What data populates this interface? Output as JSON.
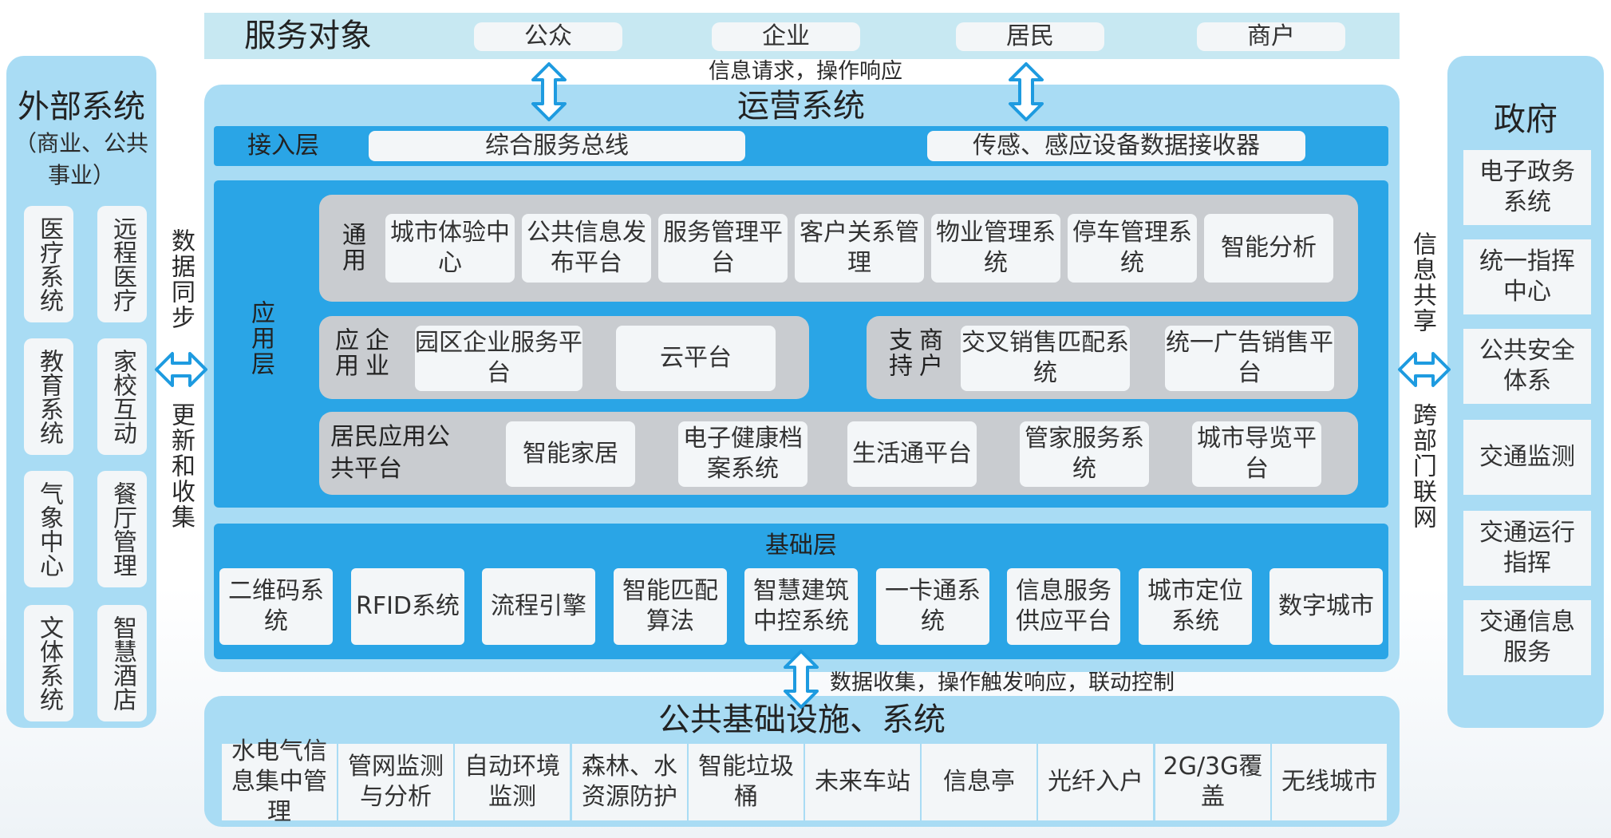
{
  "service": {
    "title": "服务对象",
    "items": [
      "公众",
      "企业",
      "居民",
      "商户"
    ]
  },
  "top_arrow_label": "信息请求，操作响应",
  "ops_title": "运营系统",
  "access": {
    "label": "接入层",
    "items": [
      "综合服务总线",
      "传感、感应设备数据接收器"
    ]
  },
  "app": {
    "label": "应用层",
    "general": {
      "label": "通用",
      "items": [
        "城市体验中心",
        "公共信息发布平台",
        "服务管理平台",
        "客户关系管理",
        "物业管理系统",
        "停车管理系统",
        "智能分析"
      ]
    },
    "enterprise": {
      "label": "企业应用",
      "items": [
        "园区企业服务平台",
        "云平台"
      ]
    },
    "merchant": {
      "label": "商户支持",
      "items": [
        "交叉销售匹配系统",
        "统一广告销售平台"
      ]
    },
    "resident": {
      "label": "居民应用公共平台",
      "items": [
        "智能家居",
        "电子健康档案系统",
        "生活通平台",
        "管家服务系统",
        "城市导览平台"
      ]
    }
  },
  "base": {
    "title": "基础层",
    "items": [
      "二维码系统",
      "RFID系统",
      "流程引擎",
      "智能匹配算法",
      "智慧建筑中控系统",
      "一卡通系统",
      "信息服务供应平台",
      "城市定位系统",
      "数字城市"
    ]
  },
  "bottom_arrow_label": "数据收集，操作触发响应，联动控制",
  "infra": {
    "title": "公共基础设施、系统",
    "items": [
      "水电气信息集中管理",
      "管网监测与分析",
      "自动环境监测",
      "森林、水资源防护",
      "智能垃圾桶",
      "未来车站",
      "信息亭",
      "光纤入户",
      "2G/3G覆盖",
      "无线城市"
    ]
  },
  "external": {
    "title": "外部系统",
    "subtitle": "（商业、公共事业）",
    "items": [
      "医疗系统",
      "远程医疗",
      "教育系统",
      "家校互动",
      "气象中心",
      "餐厅管理",
      "文体系统",
      "智慧酒店"
    ]
  },
  "left_sync": [
    "数据同步",
    "更新和收集"
  ],
  "right_share": [
    "信息共享",
    "跨部门联网"
  ],
  "gov": {
    "title": "政府",
    "items": [
      "电子政务系统",
      "统一指挥中心",
      "公共安全体系",
      "交通监测",
      "交通运行指挥",
      "交通信息服务"
    ]
  },
  "colors": {
    "light_panel": "#a9dcf4",
    "dark_panel": "#2aa5e6",
    "gray_panel": "#c9ccd0",
    "box": "#f3f6f8",
    "arrow": "#1e9be0"
  }
}
